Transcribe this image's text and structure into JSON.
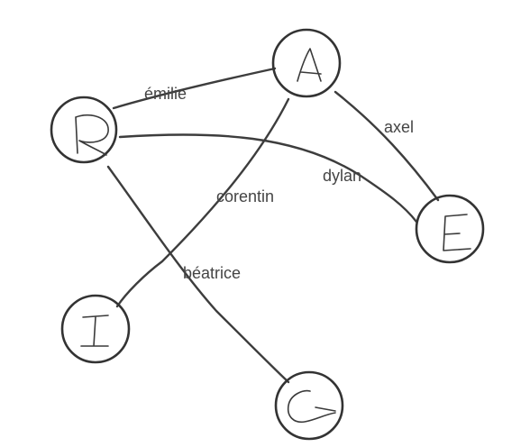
{
  "nodes": [
    {
      "id": "R",
      "label": "R"
    },
    {
      "id": "A",
      "label": "A"
    },
    {
      "id": "E",
      "label": "E"
    },
    {
      "id": "I",
      "label": "I"
    },
    {
      "id": "G",
      "label": "G"
    }
  ],
  "edges": [
    {
      "from": "R",
      "to": "A",
      "label": "émilie"
    },
    {
      "from": "A",
      "to": "E",
      "label": "axel"
    },
    {
      "from": "R",
      "to": "E",
      "label": "dylan"
    },
    {
      "from": "A",
      "to": "I",
      "label": "corentin"
    },
    {
      "from": "R",
      "to": "G",
      "label": "béatrice"
    }
  ]
}
